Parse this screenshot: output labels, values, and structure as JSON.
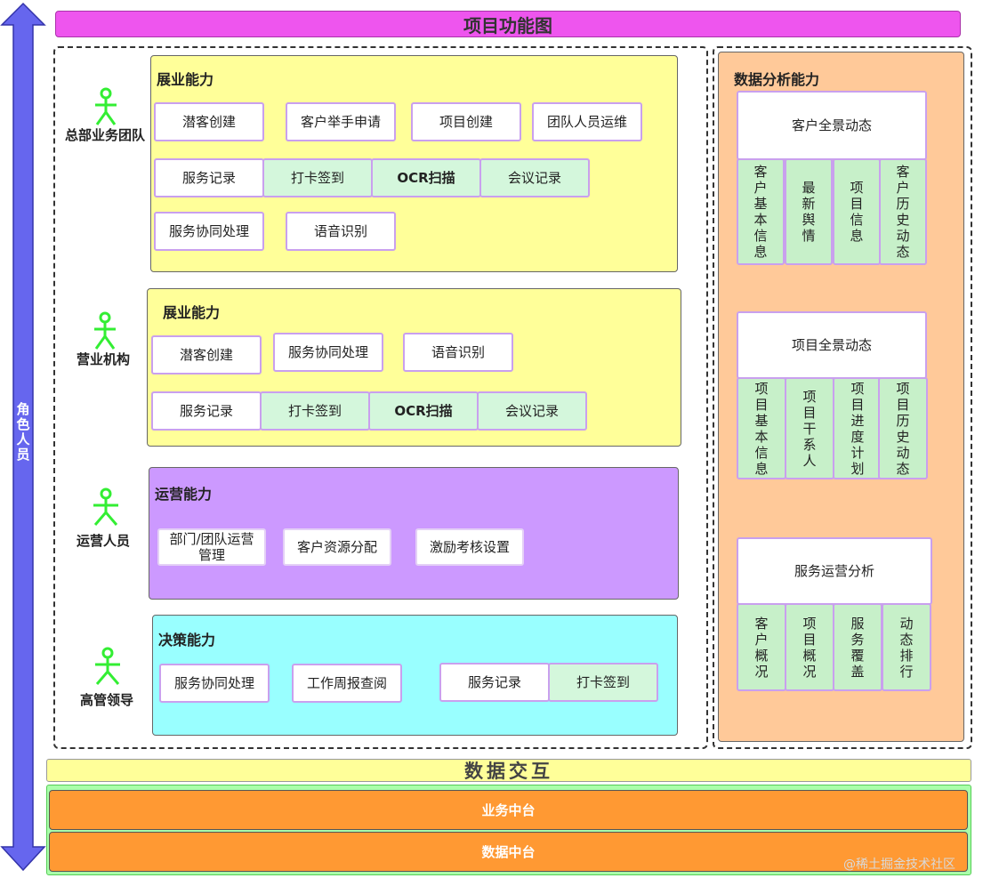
{
  "title": "项目功能图",
  "side_label": "角色人员",
  "roles": [
    "总部业务团队",
    "营业机构",
    "运营人员",
    "高管领导"
  ],
  "sections": {
    "hq": {
      "title": "展业能力",
      "row1": [
        "潜客创建",
        "客户举手申请",
        "项目创建",
        "团队人员运维"
      ],
      "row2": [
        "服务记录",
        "打卡签到",
        "OCR扫描",
        "会议记录"
      ],
      "row3": [
        "服务协同处理",
        "语音识别"
      ]
    },
    "branch": {
      "title": "展业能力",
      "row1": [
        "潜客创建",
        "服务协同处理",
        "语音识别"
      ],
      "row2": [
        "服务记录",
        "打卡签到",
        "OCR扫描",
        "会议记录"
      ]
    },
    "ops": {
      "title": "运营能力",
      "row1": [
        "部门/团队运营管理",
        "客户资源分配",
        "激励考核设置"
      ]
    },
    "exec": {
      "title": "决策能力",
      "row1": [
        "服务协同处理",
        "工作周报查阅",
        "服务记录",
        "打卡签到"
      ]
    }
  },
  "analysis": {
    "title": "数据分析能力",
    "groups": [
      {
        "title": "客户全景动态",
        "items": [
          "客户基本信息",
          "最新舆情",
          "项目信息",
          "客户历史动态"
        ]
      },
      {
        "title": "项目全景动态",
        "items": [
          "项目基本信息",
          "项目干系人",
          "项目进度计划",
          "项目历史动态"
        ]
      },
      {
        "title": "服务运营分析",
        "items": [
          "客户概况",
          "项目概况",
          "服务覆盖",
          "动态排行"
        ]
      }
    ]
  },
  "data_exchange": "数据交互",
  "platforms": [
    "业务中台",
    "数据中台"
  ],
  "watermark": "@稀土掘金技术社区",
  "colors": {
    "title_bar": "#ee55ee",
    "hq_bg": "#ffff99",
    "ops_bg": "#cc99ff",
    "exec_bg": "#99ffff",
    "analysis_bg": "#ffc999",
    "platform": "#ff9933",
    "arrow": "#6666ee",
    "person": "#33ee33"
  }
}
